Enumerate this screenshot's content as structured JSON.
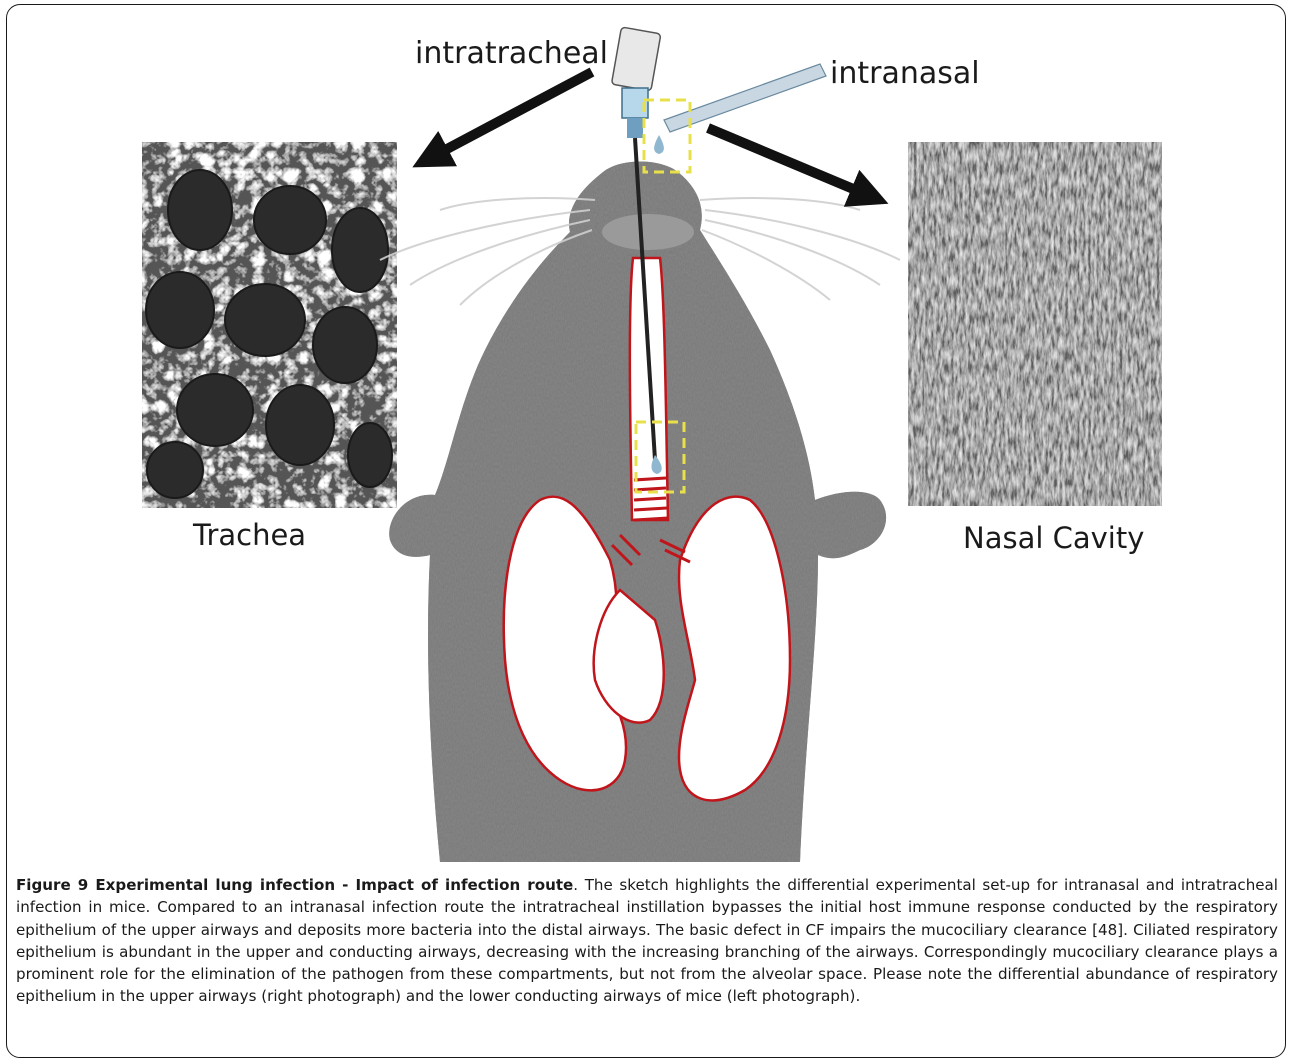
{
  "figure": {
    "labels": {
      "intratracheal": "intratracheal",
      "intranasal": "intranasal",
      "trachea": "Trachea",
      "nasal_cavity": "Nasal Cavity"
    },
    "colors": {
      "lung_outline": "#c0151b",
      "highlight_box": "#e8e04a",
      "arrow": "#111111",
      "mouse_fur": "#7b7b7b",
      "micrograph": "#2e2e2e"
    }
  },
  "caption": {
    "title": "Figure 9 Experimental lung infection - Impact of infection route",
    "body": ". The sketch highlights the differential experimental set-up for intranasal and intratracheal infection in mice. Compared to an intranasal infection route the intratracheal instillation bypasses the initial host immune response conducted by the respiratory epithelium of the upper airways and deposits more bacteria into the distal airways. The basic defect in CF impairs the mucociliary clearance [48]. Ciliated respiratory epithelium is abundant in the upper and conducting airways, decreasing with the increasing branching of the airways. Correspondingly mucociliary clearance plays a prominent role for the elimination of the pathogen from these compartments, but not from the alveolar space. Please note the differential abundance of respiratory epithelium in the upper airways (right photograph) and the lower conducting airways of mice (left photograph)."
  }
}
